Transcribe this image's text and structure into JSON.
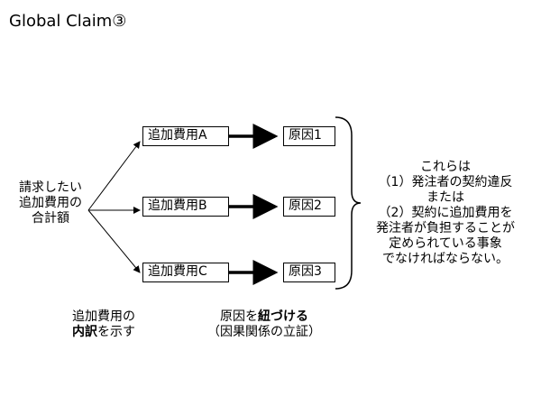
{
  "title": "Global Claim③",
  "left_label": [
    "請求したい",
    "追加費用の",
    "合計額"
  ],
  "cost_items": [
    "追加費用A",
    "追加費用B",
    "追加費用C"
  ],
  "causes": [
    "原因1",
    "原因2",
    "原因3"
  ],
  "note_lines": [
    "これらは",
    "（1）発注者の契約違反",
    "または",
    "（2）契約に追加費用を",
    "発注者が負担することが",
    "定められている事象",
    "でなければならない。"
  ],
  "caption_left": {
    "part1": "追加費用の",
    "part2_bold": "内訳",
    "part2_rest": "を示す"
  },
  "caption_mid": {
    "part1_pre": "原因を",
    "part1_bold": "紐づける",
    "part2": "（因果関係の立証）"
  },
  "colors": {
    "line": "#000000",
    "background": "#ffffff"
  }
}
